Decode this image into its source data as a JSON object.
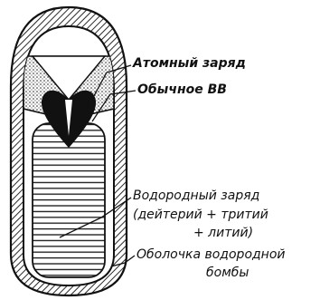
{
  "labels": {
    "atomic_charge": "Атомный заряд",
    "conventional_explosive": "Обычное ВВ",
    "hydrogen_charge_line1": "Водородный заряд",
    "hydrogen_charge_line2": "(дейтерий + тритий",
    "hydrogen_charge_line3": "+ литий)",
    "shell_line1": "Оболочка водородной",
    "shell_line2": "бомбы"
  }
}
